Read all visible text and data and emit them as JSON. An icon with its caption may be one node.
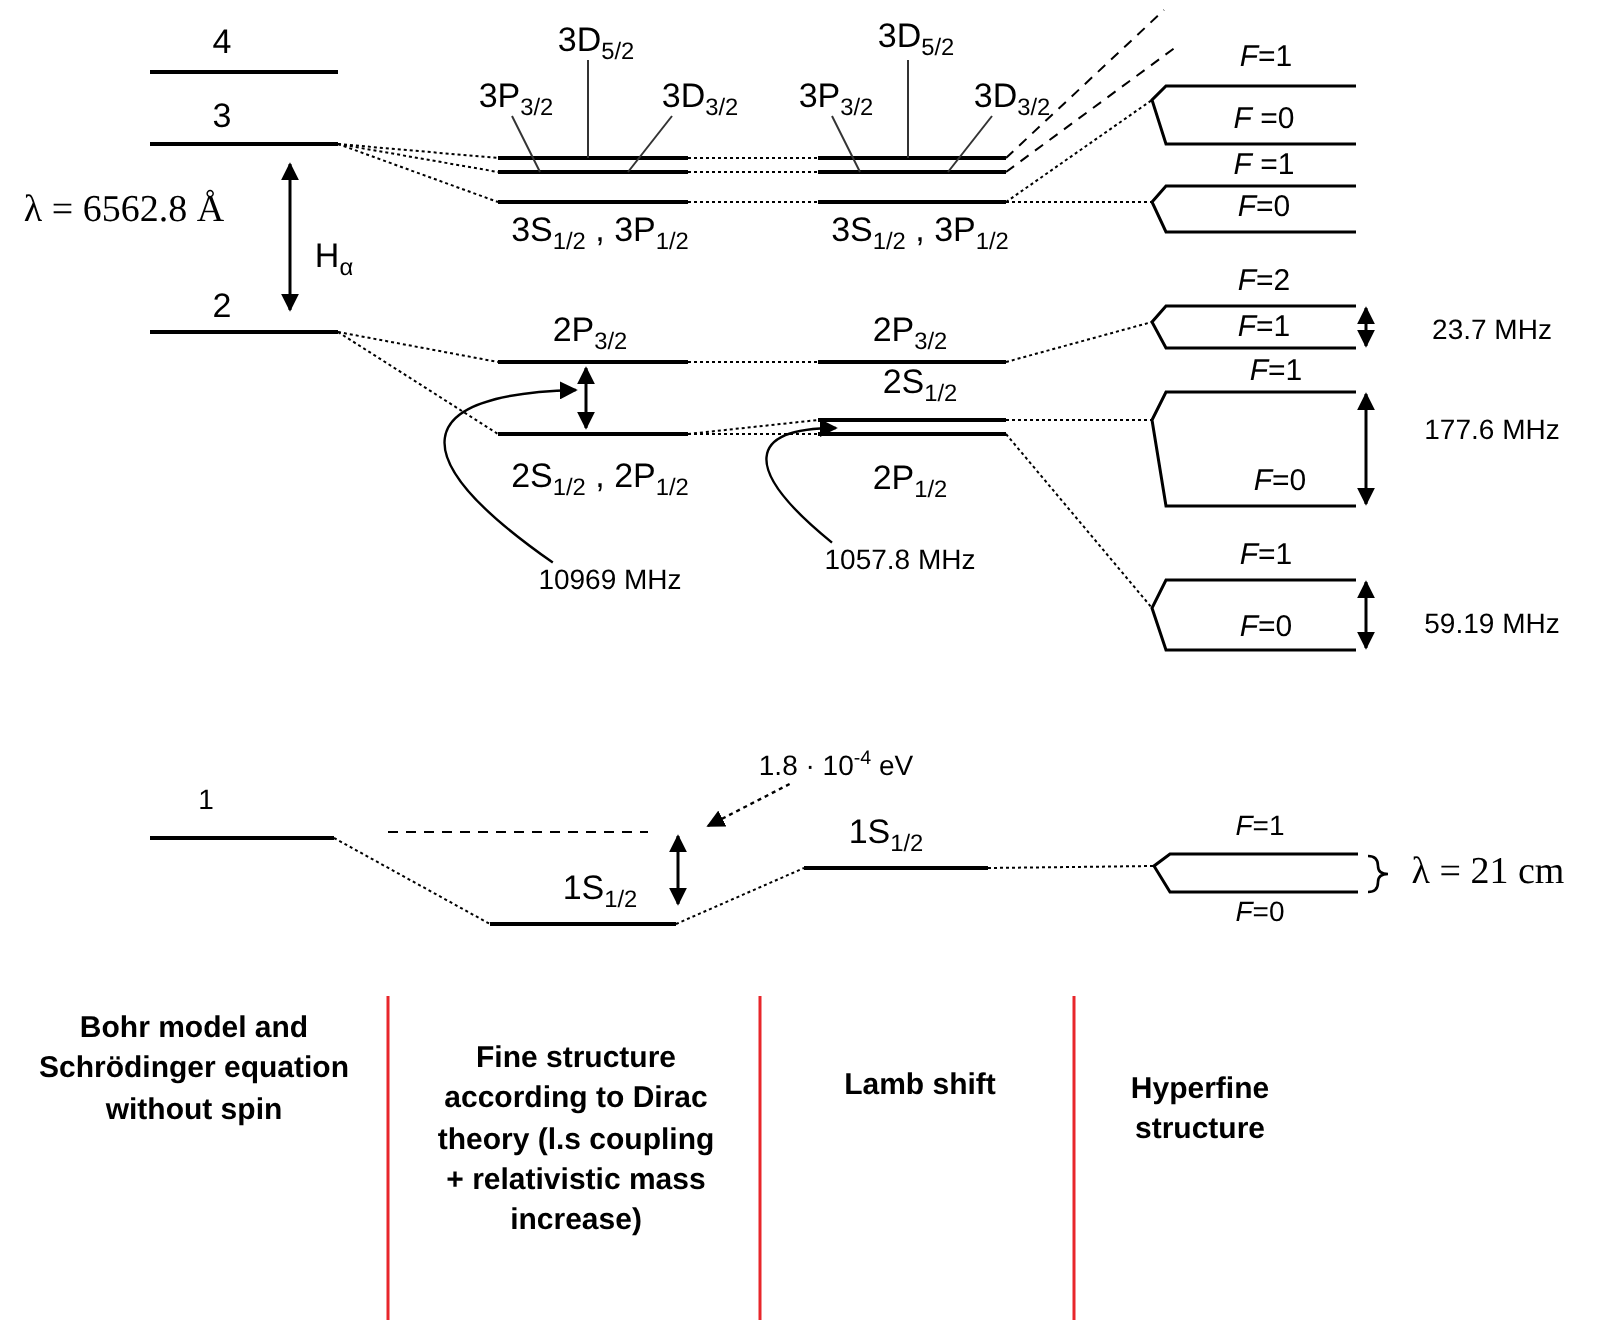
{
  "diagram": {
    "nodes": [
      {
        "text": [
          "10969 MHz"
        ]
      },
      {
        "text": [
          "1057.8 MHz"
        ]
      },
      {
        "text": [
          "1.8 · 10$^{-4}$ eV"
        ]
      }
    ],
    "edges": [
      {
        "from": 0,
        "to": null,
        "arrow": "to"
      },
      {
        "from": 1,
        "to": null,
        "arrow": "to"
      },
      {
        "from": 2,
        "to": null,
        "arrow": "to",
        "style": "dashed"
      }
    ],
    "labels": [
      "4",
      "3D$_{5/2}$",
      "3D$_{5/2}$",
      "3P$_{3/2}$",
      "3D$_{3/2}$",
      "3P$_{3/2}$",
      "3D$_{3/2}$",
      "*F*=1",
      "3",
      "*F* =0",
      "*F* =1",
      "λ = 6562.8 Å",
      "*F*=0",
      "3S$_{1/2}$ , 3P$_{1/2}$",
      "3S$_{1/2}$ , 3P$_{1/2}$",
      "H$_{α}$",
      "*F*=2",
      "2",
      "2P$_{3/2}$",
      "2P$_{3/2}$",
      "*F*=1",
      "23.7 MHz",
      "*F*=1",
      "2S$_{1/2}$",
      "177.6 MHz",
      "2S$_{1/2}$  , 2P$_{1/2}$",
      "2P$_{1/2}$",
      "*F*=0",
      "*F*=1",
      "*F*=0",
      "59.19 MHz",
      "1",
      "1S$_{1/2}$",
      "*F*=1",
      "λ = 21 cm",
      "1S$_{1/2}$",
      "*F*=0",
      "Bohr model and Schrödinger equation without spin",
      "Fine structure according to Dirac theory (l.s coupling + relativistic mass increase)",
      "Lamb shift",
      "Hyperfine structure"
    ]
  }
}
